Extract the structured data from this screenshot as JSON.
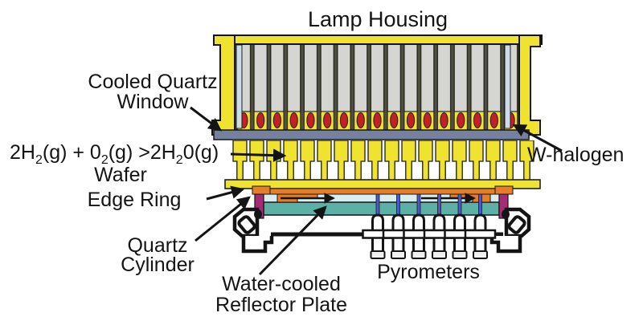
{
  "title": "Lamp Housing",
  "labels": {
    "cooled_quartz_window": [
      "Cooled Quartz",
      "Window"
    ],
    "wafer": "Wafer",
    "edge_ring": "Edge Ring",
    "quartz_cylinder": [
      "Quartz",
      "Cylinder"
    ],
    "reflector_plate": [
      "Water-cooled",
      "Reflector Plate"
    ],
    "pyrometers": "Pyrometers",
    "w_halogen": "W-halogen"
  },
  "equation": {
    "p1": "2H",
    "s1": "2",
    "p2": "(g) + 0",
    "s2": "2",
    "p3": "(g) >2H",
    "s3": "2",
    "p4": "0(g)"
  },
  "colors": {
    "housing_yellow": "#efe32f",
    "lamp_gray": "#d5d5d1",
    "separator_dark": "#50503e",
    "bulb_red": "#c32028",
    "window_slate": "#76819f",
    "chamber_pale": "#d9eef0",
    "reflector_teal": "#5cb0a6",
    "wafer_orange": "#e57e2c",
    "quartz_purple": "#a12d72",
    "pyro_blue": "#4a5bc4",
    "outline_black": "#141414"
  }
}
